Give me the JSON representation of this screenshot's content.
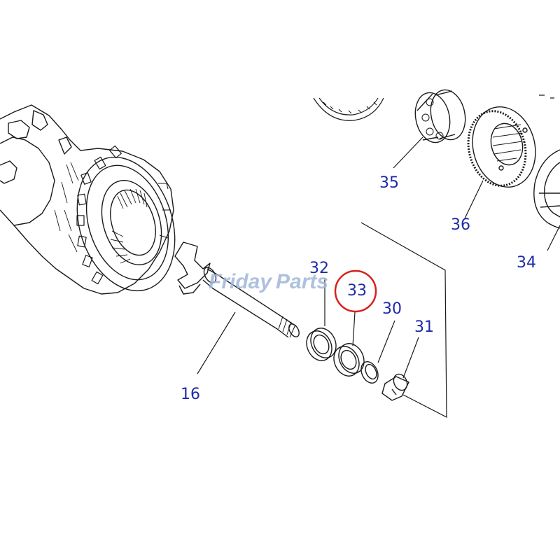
{
  "parts": [
    {
      "number": "16"
    },
    {
      "number": "30"
    },
    {
      "number": "31"
    },
    {
      "number": "32"
    },
    {
      "number": "33"
    },
    {
      "number": "34"
    },
    {
      "number": "35"
    },
    {
      "number": "36"
    }
  ],
  "highlighted_part": "33",
  "watermark": {
    "text_a": "Friday",
    "text_b": "Parts"
  },
  "colors": {
    "label": "#1f2aa8",
    "highlight": "#d8201f",
    "line": "#1a1a1a",
    "watermark": "#9fb6d8"
  }
}
